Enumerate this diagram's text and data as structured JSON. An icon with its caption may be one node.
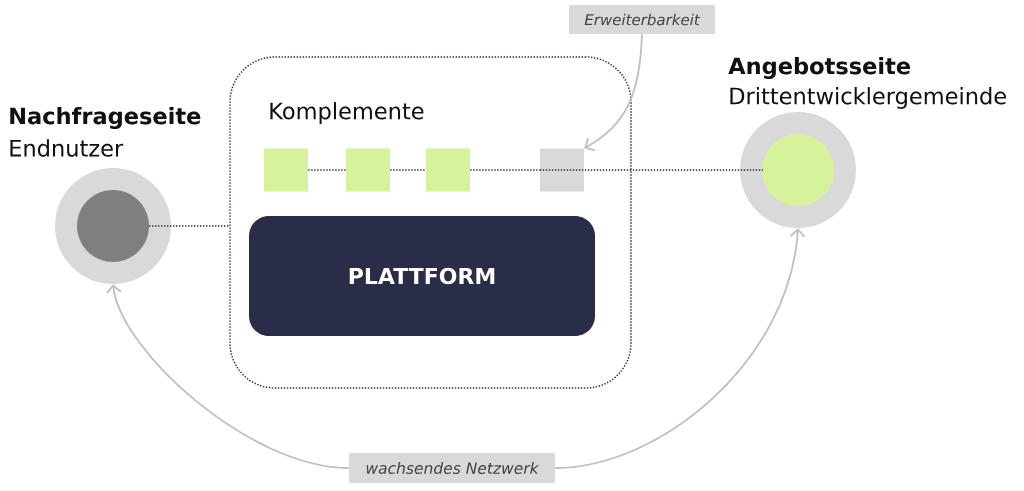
{
  "diagram": {
    "nodes": [
      {
        "text": [
          "Komplemente"
        ]
      },
      {
        "text": [],
        "shape": "box",
        "in": 0
      },
      {
        "text": [],
        "shape": "box",
        "in": 0
      },
      {
        "text": [],
        "shape": "box",
        "in": 0
      },
      {
        "text": [],
        "shape": "box",
        "in": 0
      },
      {
        "text": [
          "PLATTFORM"
        ],
        "in": 0
      },
      {
        "text": [
          "Nachfrageseite",
          "Endnutzer"
        ]
      },
      {
        "text": [
          "Angebotsseite",
          "Drittentwicklergemeinde"
        ]
      },
      {
        "text": [
          "Erweiterbarkeit"
        ]
      },
      {
        "text": [
          "wachsendes Netzwerk"
        ]
      }
    ],
    "edges": [
      {
        "from": 6,
        "to": 0,
        "arrow": "none",
        "style": "dashed"
      },
      {
        "from": 1,
        "to": 2,
        "arrow": "none",
        "style": "dashed"
      },
      {
        "from": 2,
        "to": 3,
        "arrow": "none",
        "style": "dashed"
      },
      {
        "from": 3,
        "to": 4,
        "arrow": "none",
        "style": "dashed"
      },
      {
        "from": 4,
        "to": 7,
        "arrow": "none",
        "style": "dashed"
      },
      {
        "from": 8,
        "to": 4,
        "arrow": "to",
        "color": "#bfbfbf"
      },
      {
        "from": 9,
        "to": 6,
        "arrow": "to",
        "color": "#bfbfbf"
      },
      {
        "from": 9,
        "to": 7,
        "arrow": "to",
        "color": "#bfbfbf"
      }
    ]
  }
}
